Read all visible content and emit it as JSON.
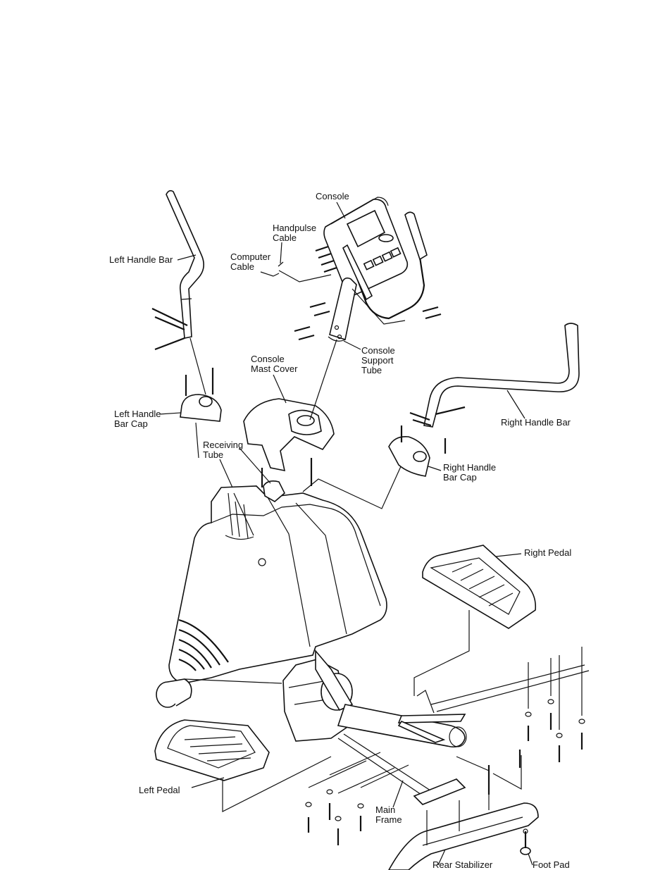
{
  "labels": {
    "console": "Console",
    "handpulse_cable": "Handpulse\nCable",
    "computer_cable": "Computer\nCable",
    "left_handle_bar": "Left Handle Bar",
    "console_support_tube": "Console\nSupport\nTube",
    "console_mast_cover": "Console\nMast Cover",
    "right_handle_bar": "Right Handle Bar",
    "left_handle_bar_cap": "Left Handle\nBar Cap",
    "receiving_tube": "Receiving\nTube",
    "right_handle_bar_cap": "Right Handle\nBar Cap",
    "right_pedal": "Right Pedal",
    "left_pedal": "Left Pedal",
    "main_frame": "Main\nFrame",
    "rear_stabilizer": "Rear Stabilizer",
    "foot_pad": "Foot Pad"
  }
}
